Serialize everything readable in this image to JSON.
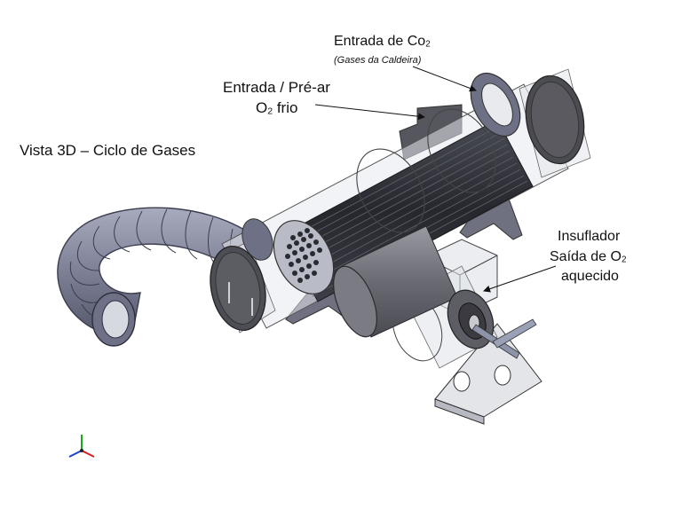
{
  "title": "Vista 3D – Ciclo de Gases",
  "labels": {
    "co2_inlet": {
      "text": "Entrada de Co",
      "sub": "2"
    },
    "co2_inlet_note": "(Gases da Caldeira)",
    "preheater_line1": "Entrada / Pré-ar",
    "preheater_line2": {
      "pre": "O",
      "sub": "2",
      "post": " frio"
    },
    "blower_line1": "Insuflador",
    "blower_line2": {
      "pre": "Saída de O",
      "sub": "2"
    },
    "blower_line3": "aquecido"
  },
  "axis_triad": {
    "x_color": "#d22020",
    "y_color": "#1aa81a",
    "z_color": "#2040d0"
  },
  "colors": {
    "duct": "#7e8196",
    "duct_edge": "#3a3d4e",
    "tubes": "#2b2d34",
    "glass": "#d9dde3",
    "metal": "#707078"
  }
}
